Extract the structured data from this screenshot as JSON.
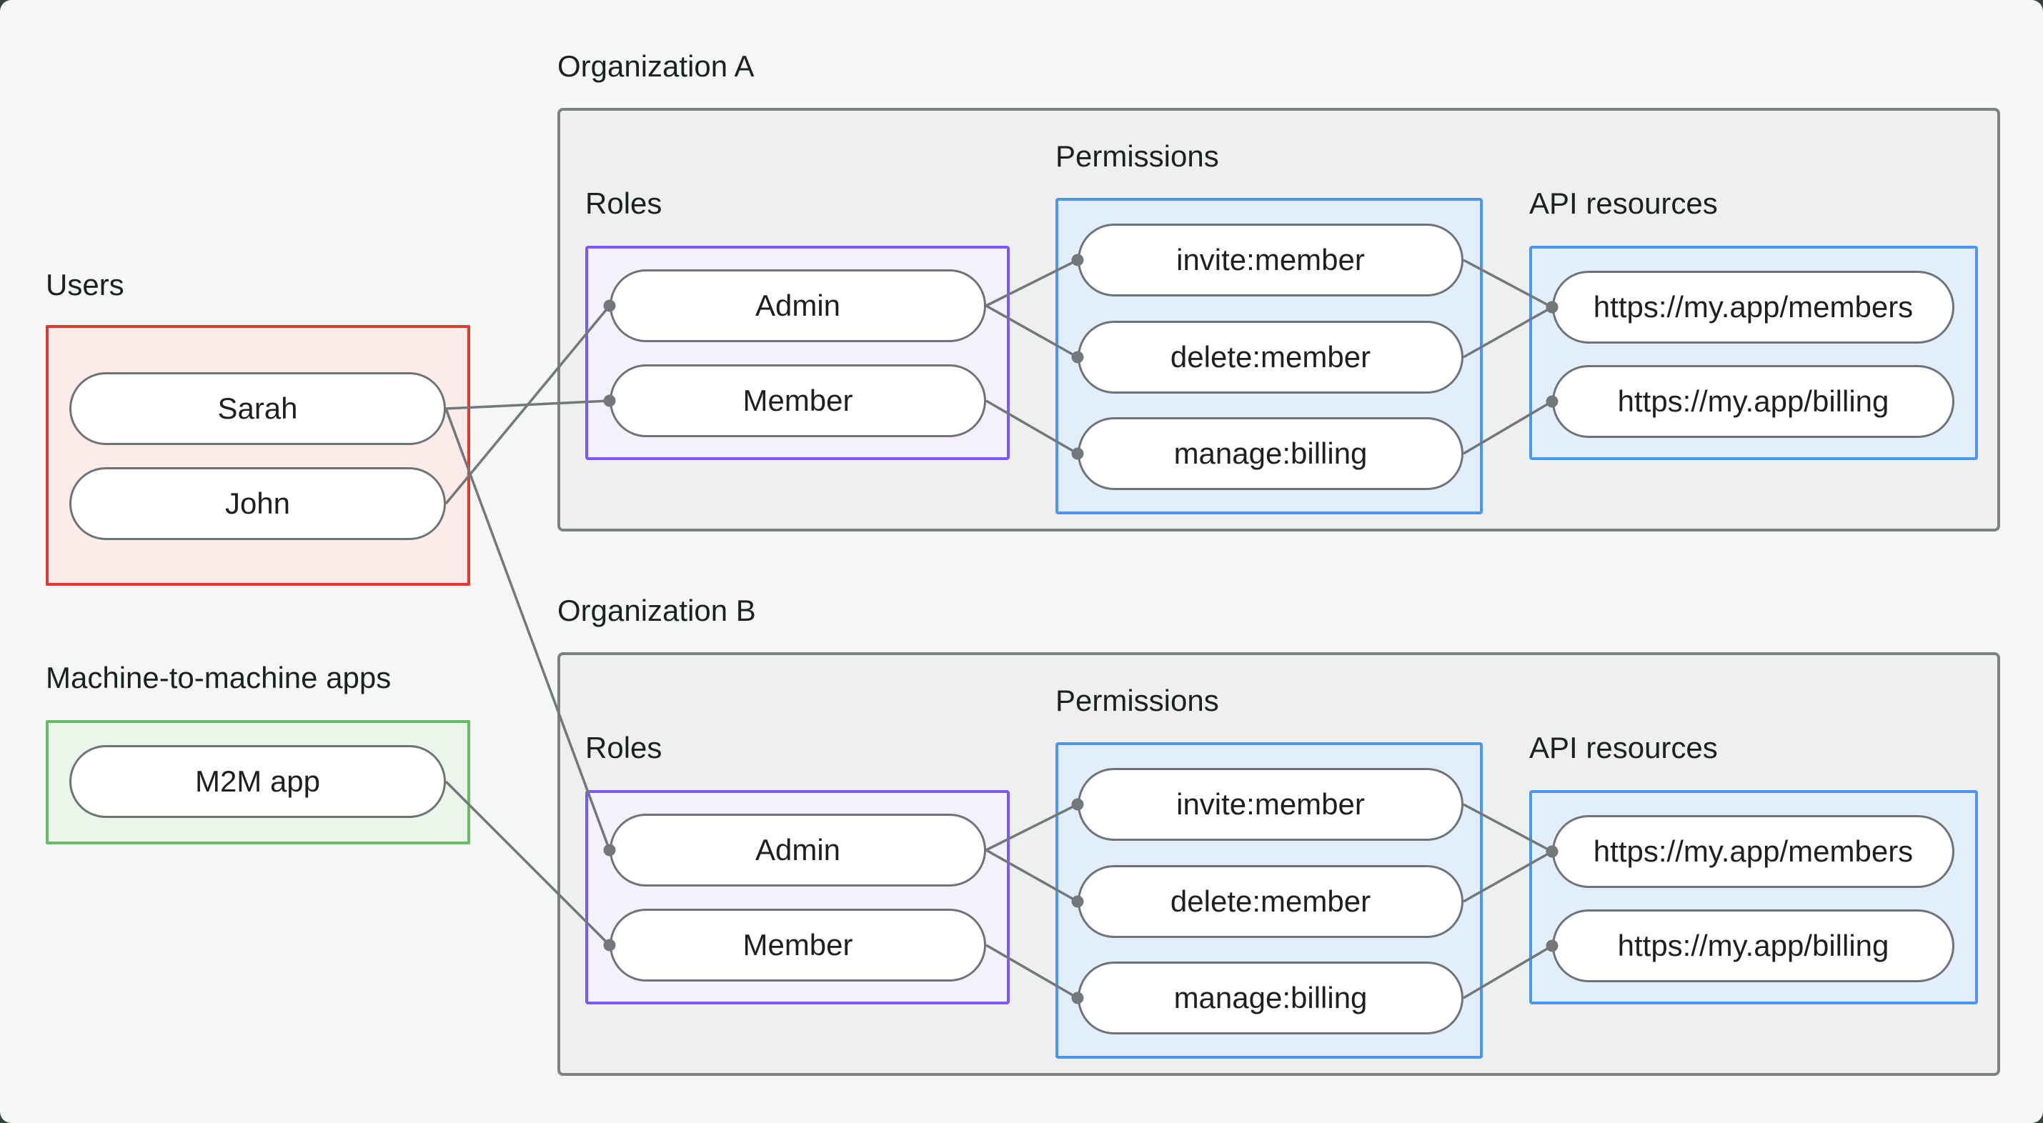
{
  "groups": {
    "users": {
      "label": "Users"
    },
    "m2m": {
      "label": "Machine-to-machine apps"
    },
    "org_a": {
      "label": "Organization A",
      "roles": "Roles",
      "permissions": "Permissions",
      "api": "API resources"
    },
    "org_b": {
      "label": "Organization B",
      "roles": "Roles",
      "permissions": "Permissions",
      "api": "API resources"
    }
  },
  "nodes": {
    "sarah": {
      "label": "Sarah"
    },
    "john": {
      "label": "John"
    },
    "m2m_app": {
      "label": "M2M app"
    },
    "a_admin": {
      "label": "Admin"
    },
    "a_member": {
      "label": "Member"
    },
    "a_invite": {
      "label": "invite:member"
    },
    "a_delete": {
      "label": "delete:member"
    },
    "a_manage": {
      "label": "manage:billing"
    },
    "a_members": {
      "label": "https://my.app/members"
    },
    "a_billing": {
      "label": "https://my.app/billing"
    },
    "b_admin": {
      "label": "Admin"
    },
    "b_member": {
      "label": "Member"
    },
    "b_invite": {
      "label": "invite:member"
    },
    "b_delete": {
      "label": "delete:member"
    },
    "b_manage": {
      "label": "manage:billing"
    },
    "b_members": {
      "label": "https://my.app/members"
    },
    "b_billing": {
      "label": "https://my.app/billing"
    }
  },
  "edges": [
    [
      "sarah",
      "a_member"
    ],
    [
      "john",
      "a_admin"
    ],
    [
      "sarah",
      "b_admin"
    ],
    [
      "m2m_app",
      "b_member"
    ],
    [
      "a_admin",
      "a_invite"
    ],
    [
      "a_admin",
      "a_delete"
    ],
    [
      "a_member",
      "a_manage"
    ],
    [
      "a_invite",
      "a_members"
    ],
    [
      "a_delete",
      "a_members"
    ],
    [
      "a_manage",
      "a_billing"
    ],
    [
      "b_admin",
      "b_invite"
    ],
    [
      "b_admin",
      "b_delete"
    ],
    [
      "b_member",
      "b_manage"
    ],
    [
      "b_invite",
      "b_members"
    ],
    [
      "b_delete",
      "b_members"
    ],
    [
      "b_manage",
      "b_billing"
    ]
  ],
  "colors": {
    "page-bg": "#f5f7f6",
    "outside": "#36433b",
    "org-border": "#7d8184",
    "org-fill": "#eeefef",
    "red-border": "#dc3b32",
    "red-fill": "#fcebe9",
    "green-border": "#66bd66",
    "green-fill": "#eaf6ea",
    "purple-border": "#7b5af3",
    "purple-fill": "#f5f0fe",
    "blue-border": "#4b96ef",
    "blue-fill": "#e2eefb",
    "pill-border": "#6e7377",
    "pill-fill": "#ffffff",
    "line": "#73777a",
    "text": "#1d2023"
  },
  "edge_style": {
    "stroke_width": 3.5,
    "dot_radius": 8.5
  }
}
